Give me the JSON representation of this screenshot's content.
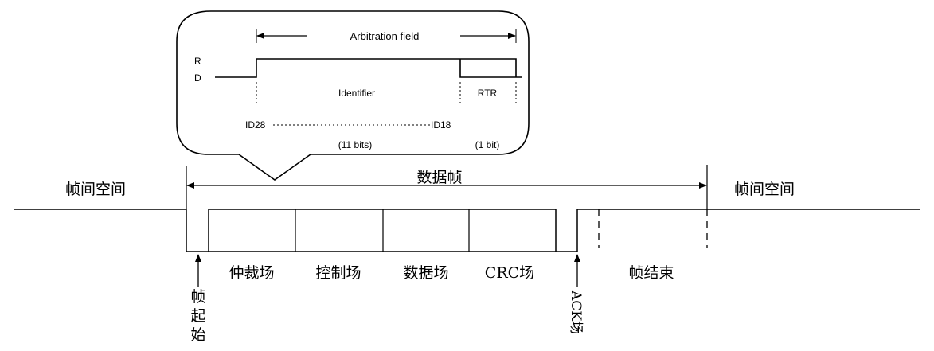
{
  "callout": {
    "arbitration_field": "Arbitration field",
    "level_r": "R",
    "level_d": "D",
    "identifier": "Identifier",
    "rtr": "RTR",
    "id_high": "ID28",
    "id_low": "ID18",
    "id_bits": "(11 bits)",
    "rtr_bits": "(1 bit)"
  },
  "frame": {
    "interframe_left": "帧间空间",
    "interframe_right": "帧间空间",
    "data_frame": "数据帧",
    "fields": [
      "仲裁场",
      "控制场",
      "数据场",
      "CRC场"
    ],
    "end_of_frame": "帧结束",
    "start_of_frame": [
      "帧",
      "起",
      "始"
    ],
    "ack_field": "ACK场"
  }
}
